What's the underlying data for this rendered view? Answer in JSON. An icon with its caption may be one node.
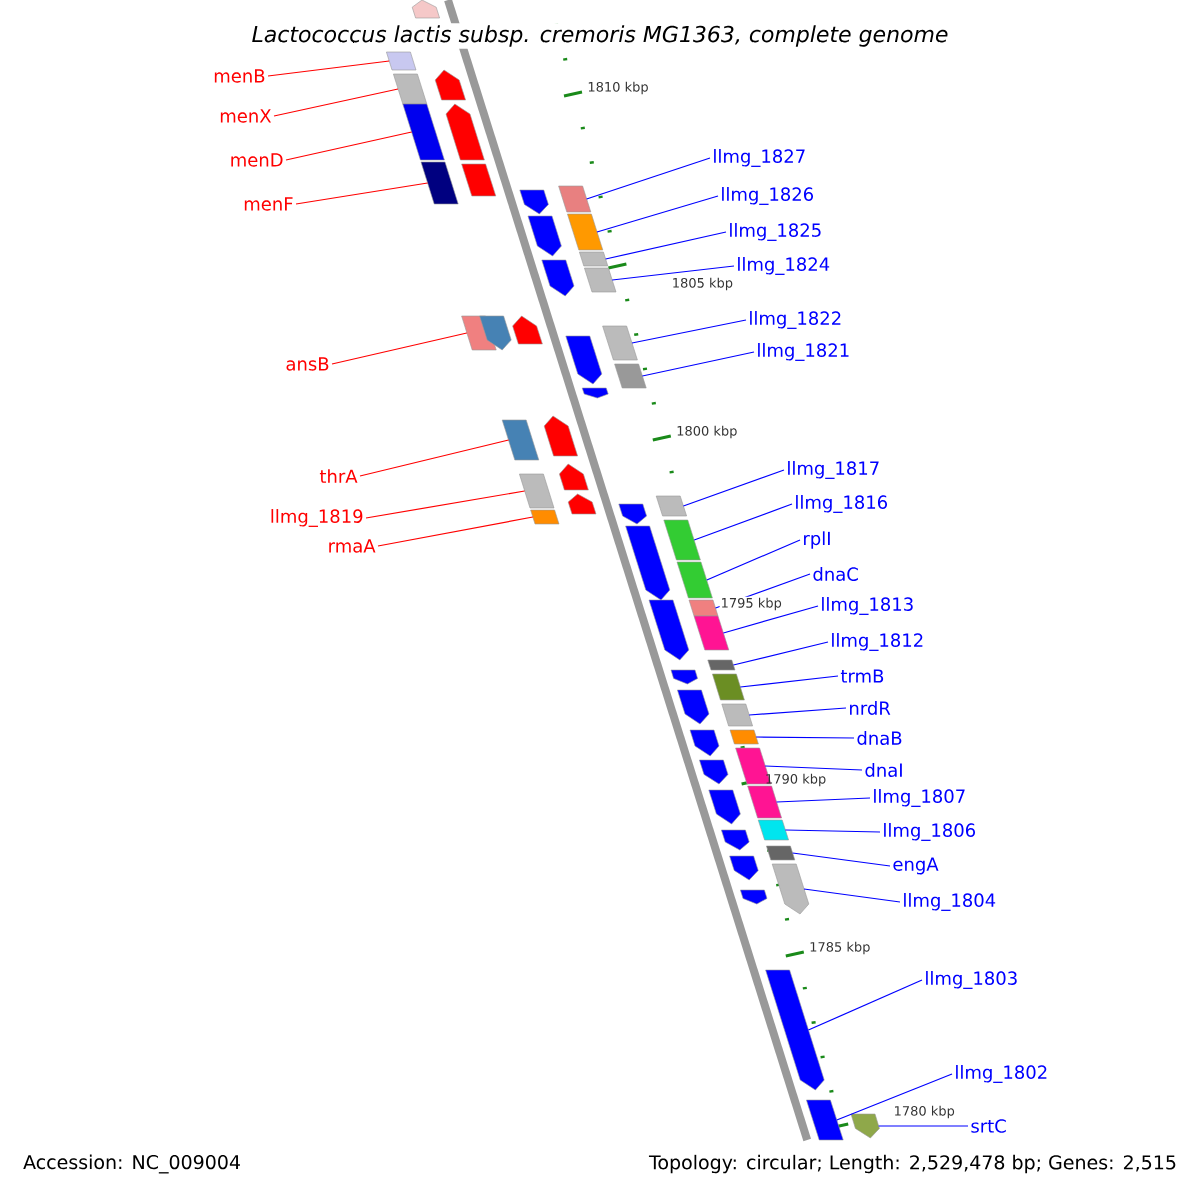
{
  "diagram": {
    "title": "Lactococcus lactis subsp. cremoris MG1363, complete genome",
    "nodes": [
      {
        "text": [
          "menB"
        ]
      },
      {
        "text": [
          "menX"
        ]
      },
      {
        "text": [
          "menD"
        ]
      },
      {
        "text": [
          "menF"
        ]
      },
      {
        "text": [
          "ansB"
        ]
      },
      {
        "text": [
          "thrA"
        ]
      },
      {
        "text": [
          "llmg_1819"
        ]
      },
      {
        "text": [
          "rmaA"
        ]
      },
      {
        "text": [
          "llmg_1827"
        ]
      },
      {
        "text": [
          "llmg_1826"
        ]
      },
      {
        "text": [
          "llmg_1825"
        ]
      },
      {
        "text": [
          "llmg_1824"
        ]
      },
      {
        "text": [
          "llmg_1822"
        ]
      },
      {
        "text": [
          "llmg_1821"
        ]
      },
      {
        "text": [
          "llmg_1817"
        ]
      },
      {
        "text": [
          "llmg_1816"
        ]
      },
      {
        "text": [
          "rplI"
        ]
      },
      {
        "text": [
          "dnaC"
        ]
      },
      {
        "text": [
          "llmg_1813"
        ]
      },
      {
        "text": [
          "llmg_1812"
        ]
      },
      {
        "text": [
          "trmB"
        ]
      },
      {
        "text": [
          "nrdR"
        ]
      },
      {
        "text": [
          "dnaB"
        ]
      },
      {
        "text": [
          "dnaI"
        ]
      },
      {
        "text": [
          "llmg_1807"
        ]
      },
      {
        "text": [
          "llmg_1806"
        ]
      },
      {
        "text": [
          "engA"
        ]
      },
      {
        "text": [
          "llmg_1804"
        ]
      },
      {
        "text": [
          "llmg_1803"
        ]
      },
      {
        "text": [
          "llmg_1802"
        ]
      },
      {
        "text": [
          "srtC"
        ]
      },
      {
        "text": [],
        "shape": "bar"
      },
      {
        "text": [],
        "shape": "bar"
      },
      {
        "text": [],
        "shape": "bar"
      },
      {
        "text": [],
        "shape": "bar"
      },
      {
        "text": [],
        "shape": "bar"
      },
      {
        "text": [],
        "shape": "bar"
      },
      {
        "text": [],
        "shape": "bar"
      },
      {
        "text": [],
        "shape": "bar"
      },
      {
        "text": [],
        "shape": "bar"
      },
      {
        "text": [],
        "shape": "bar"
      },
      {
        "text": [],
        "shape": "bar"
      },
      {
        "text": [],
        "shape": "bar"
      },
      {
        "text": [],
        "shape": "bar"
      },
      {
        "text": [],
        "shape": "bar"
      },
      {
        "text": [],
        "shape": "bar"
      },
      {
        "text": [],
        "shape": "bar"
      },
      {
        "text": [],
        "shape": "bar"
      },
      {
        "text": [],
        "shape": "bar"
      },
      {
        "text": [],
        "shape": "bar"
      },
      {
        "text": [],
        "shape": "bar"
      },
      {
        "text": [],
        "shape": "bar"
      },
      {
        "text": [],
        "shape": "bar"
      },
      {
        "text": [],
        "shape": "bar"
      },
      {
        "text": [],
        "shape": "bar"
      },
      {
        "text": [],
        "shape": "bar"
      },
      {
        "text": [],
        "shape": "bar"
      },
      {
        "text": [],
        "shape": "bar"
      },
      {
        "text": [],
        "shape": "pentagon"
      },
      {
        "text": [],
        "shape": "pentagon"
      },
      {
        "text": [],
        "shape": "bar"
      },
      {
        "text": [],
        "shape": "pentagon"
      },
      {
        "text": [],
        "shape": "pentagon"
      },
      {
        "text": [],
        "shape": "pentagon"
      },
      {
        "text": [],
        "shape": "pentagon"
      },
      {
        "text": [],
        "shape": "bar"
      },
      {
        "text": [],
        "shape": "pentagon"
      },
      {
        "text": [],
        "shape": "pentagon"
      },
      {
        "text": [],
        "shape": "pentagon"
      },
      {
        "text": [],
        "shape": "pentagon"
      },
      {
        "text": [],
        "shape": "pentagon"
      },
      {
        "text": [],
        "shape": "pentagon"
      },
      {
        "text": [],
        "shape": "pentagon"
      },
      {
        "text": [],
        "shape": "pentagon"
      },
      {
        "text": [],
        "shape": "pentagon"
      },
      {
        "text": [],
        "shape": "pentagon"
      },
      {
        "text": [],
        "shape": "pentagon"
      },
      {
        "text": [],
        "shape": "pentagon"
      },
      {
        "text": [],
        "shape": "pentagon"
      },
      {
        "text": [],
        "shape": "pentagon"
      },
      {
        "text": [],
        "shape": "pentagon"
      },
      {
        "text": [],
        "shape": "pentagon"
      },
      {
        "text": [],
        "shape": "pentagon"
      },
      {
        "text": [],
        "shape": "pentagon"
      },
      {
        "text": [],
        "shape": "pentagon"
      },
      {
        "text": [],
        "shape": "pentagon"
      },
      {
        "text": [],
        "shape": "pentagon"
      }
    ],
    "edges": [
      {
        "from": 0,
        "to": 31,
        "arrow": "none",
        "color": "#ff0000"
      },
      {
        "from": 1,
        "to": 32,
        "arrow": "none",
        "color": "#ff0000"
      },
      {
        "from": 2,
        "to": 33,
        "arrow": "none",
        "color": "#ff0000"
      },
      {
        "from": 3,
        "to": 34,
        "arrow": "none",
        "color": "#ff0000"
      },
      {
        "from": 4,
        "to": 35,
        "arrow": "none",
        "color": "#ff0000"
      },
      {
        "from": 5,
        "to": 36,
        "arrow": "none",
        "color": "#ff0000"
      },
      {
        "from": 6,
        "to": 37,
        "arrow": "none",
        "color": "#ff0000"
      },
      {
        "from": 7,
        "to": 38,
        "arrow": "none",
        "color": "#ff0000"
      },
      {
        "from": 8,
        "to": 39,
        "arrow": "none"
      },
      {
        "from": 9,
        "to": 40,
        "arrow": "none"
      },
      {
        "from": 10,
        "to": 41,
        "arrow": "none"
      },
      {
        "from": 11,
        "to": 42,
        "arrow": "none"
      },
      {
        "from": 12,
        "to": 43,
        "arrow": "none"
      },
      {
        "from": 13,
        "to": 44,
        "arrow": "none"
      },
      {
        "from": 14,
        "to": 45,
        "arrow": "none"
      },
      {
        "from": 15,
        "to": 46,
        "arrow": "none"
      },
      {
        "from": 16,
        "to": 47,
        "arrow": "none"
      },
      {
        "from": 17,
        "to": 48,
        "arrow": "none"
      },
      {
        "from": 18,
        "to": 49,
        "arrow": "none"
      },
      {
        "from": 19,
        "to": 50,
        "arrow": "none"
      },
      {
        "from": 20,
        "to": 51,
        "arrow": "none"
      },
      {
        "from": 21,
        "to": 52,
        "arrow": "none"
      },
      {
        "from": 22,
        "to": 53,
        "arrow": "none"
      },
      {
        "from": 23,
        "to": 54,
        "arrow": "none"
      },
      {
        "from": 24,
        "to": 55,
        "arrow": "none"
      },
      {
        "from": 25,
        "to": 56,
        "arrow": "none"
      },
      {
        "from": 26,
        "to": 57,
        "arrow": "none"
      },
      {
        "from": 27,
        "to": 58,
        "arrow": "none"
      },
      {
        "from": 28,
        "to": 59,
        "arrow": "none"
      },
      {
        "from": 29,
        "to": 60,
        "arrow": "none"
      },
      {
        "from": 30,
        "to": 61,
        "arrow": "none"
      }
    ],
    "labels": [
      "1810 kbp",
      "1805 kbp",
      "1800 kbp",
      "1795 kbp",
      "1790 kbp",
      "1785 kbp",
      "1780 kbp",
      "Accession: NC_009004",
      "Topology: circular; Length: 2,529,478 bp; Genes: 2,515"
    ]
  }
}
